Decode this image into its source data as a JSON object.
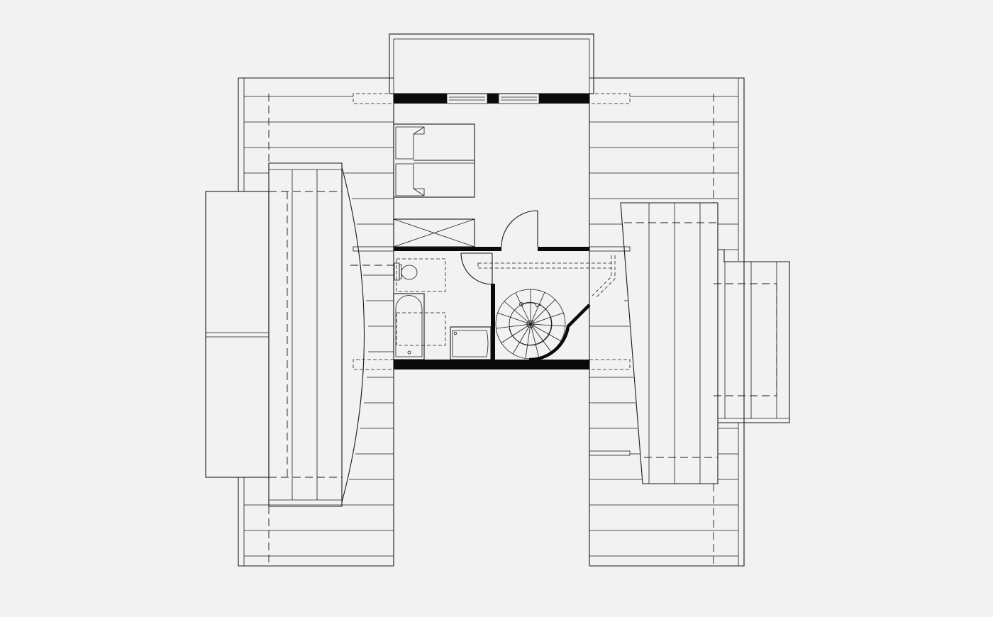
{
  "diagram": {
    "type": "architectural-floor-plan",
    "view": "attic-plan",
    "colors": {
      "background": "#f2f2f2",
      "line": "#1a1a1a",
      "wall_fill": "#0a0a0a"
    },
    "elements": [
      "roof-left",
      "roof-right",
      "dormer-left",
      "dormer-right",
      "balcony-top",
      "bedroom",
      "twin-bed",
      "wardrobe",
      "bathroom",
      "toilet",
      "bathtub",
      "shower-tray",
      "door",
      "spiral-staircase",
      "roof-windows"
    ]
  }
}
